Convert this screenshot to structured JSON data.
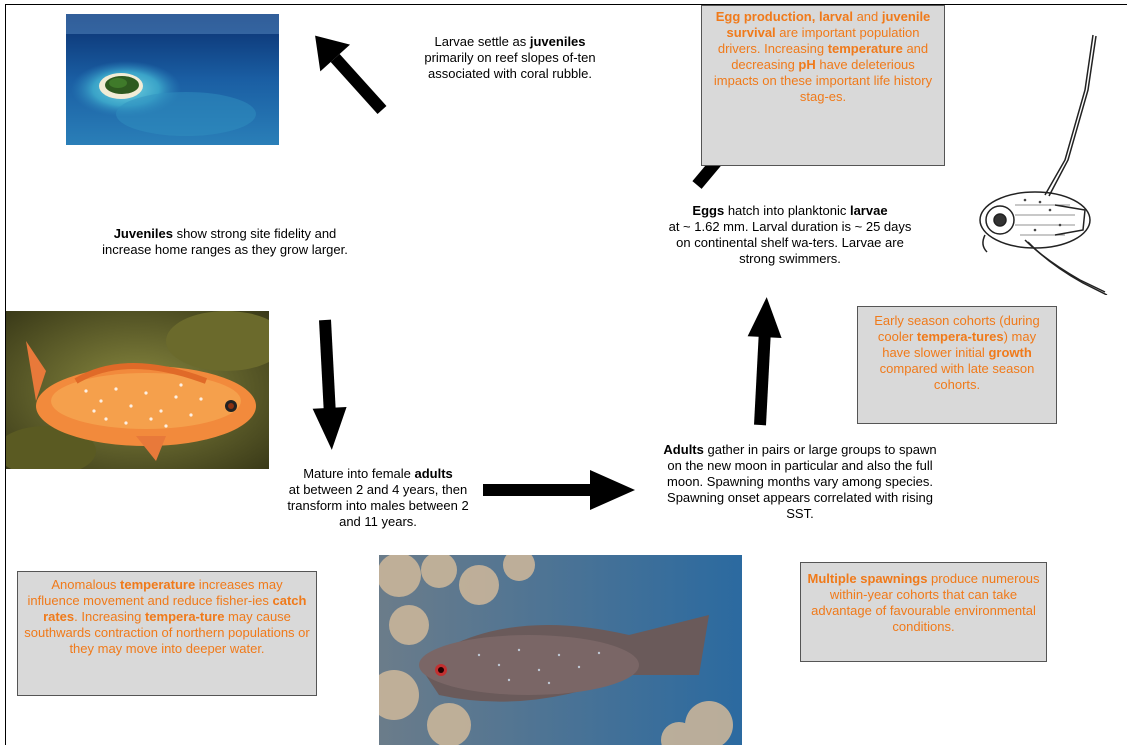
{
  "stages": {
    "juveniles_settle": {
      "pre": "Larvae settle as ",
      "bold": "juveniles",
      "post": "primarily on reef slopes of-ten associated with coral rubble."
    },
    "juveniles_fidelity": {
      "bold": "Juveniles",
      "post": " show strong site fidelity and increase home ranges as they grow larger."
    },
    "adults_mature": {
      "pre": "Mature into female ",
      "bold": "adults",
      "post": "at between 2 and 4 years, then transform into males between 2 and 11 years."
    },
    "adults_spawn": {
      "bold": "Adults",
      "post": " gather in pairs or large groups to spawn on the new moon in particular and also the full moon. Spawning months vary among species. Spawning onset appears correlated with rising SST."
    },
    "eggs": {
      "bold1": "Eggs",
      "mid": " hatch into planktonic ",
      "bold2": "larvae",
      "post": "at ~ 1.62 mm. Larval duration is ~ 25 days on continental shelf wa-ters. Larvae are strong swimmers."
    }
  },
  "boxes": {
    "egg_production": {
      "b1": "Egg production, larval",
      "t1": " and ",
      "b2": "juvenile survival",
      "t2": " are important population drivers. Increasing ",
      "b3": "temperature",
      "t3": " and decreasing ",
      "b4": "pH",
      "t4": " have deleterious impacts on these important life history stag-es."
    },
    "early_season": {
      "t1": "Early season cohorts (during cooler ",
      "b1": "tempera-tures",
      "t2": ") may have slower initial ",
      "b2": "growth",
      "t3": " compared with late season cohorts."
    },
    "multiple_spawnings": {
      "b1": "Multiple spawnings",
      "t1": " produce numerous within-year cohorts that can take advantage of favourable environmental conditions."
    },
    "anomalous_temperature": {
      "t1": "Anomalous ",
      "b1": "temperature",
      "t2": " increases may influence movement and reduce fisher-ies ",
      "b2": "catch rates",
      "t3": ". Increasing ",
      "b3": "tempera-ture",
      "t4": " may cause southwards contraction of northern populations or they may move into deeper water."
    }
  },
  "colors": {
    "box_text": "#f07a1a",
    "box_fill": "#d9d9d9",
    "arrow": "#000000"
  },
  "images": [
    "island-photo",
    "juvenile-fish-photo",
    "adult-fish-photo",
    "larva-drawing"
  ]
}
